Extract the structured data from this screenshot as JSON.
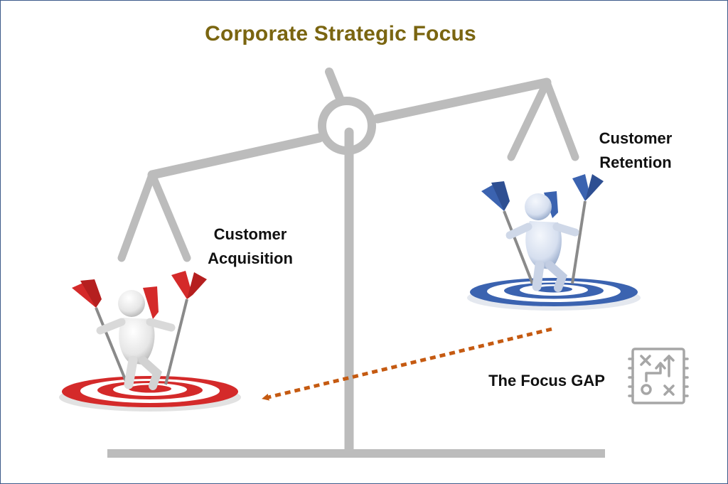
{
  "title": "Corporate Strategic Focus",
  "labels": {
    "acquisition_line1": "Customer",
    "acquisition_line2": "Acquisition",
    "retention_line1": "Customer",
    "retention_line2": "Retention",
    "focus_gap": "The Focus GAP"
  },
  "colors": {
    "title": "#7a6510",
    "scale": "#bcbcbc",
    "acquisition_target": "#d42a2a",
    "retention_target": "#3b63b0",
    "gap_arrow": "#c55a11",
    "frame": "#3d5a8a"
  },
  "icons": {
    "acquisition": "figure-with-darts-red-target",
    "retention": "figure-with-darts-blue-target",
    "strategy": "strategy-plan-icon"
  }
}
